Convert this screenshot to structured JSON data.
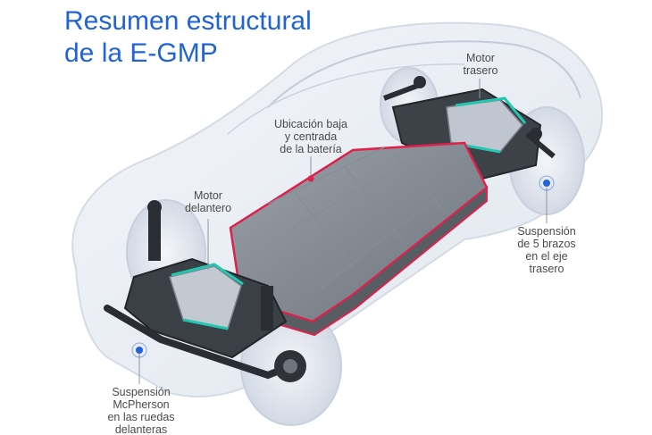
{
  "title": {
    "line1": "Resumen estructural",
    "line2": "de la E-GMP"
  },
  "labels": {
    "rear_motor": [
      "Motor",
      "trasero"
    ],
    "battery": [
      "Ubicación baja",
      "y centrada",
      "de la batería"
    ],
    "front_motor": [
      "Motor",
      "delantero"
    ],
    "rear_suspension": [
      "Suspensión",
      "de 5 brazos",
      "en el eje",
      "trasero"
    ],
    "front_suspension": [
      "Suspensión",
      "McPherson",
      "en las ruedas",
      "delanteras"
    ]
  },
  "colors": {
    "title": "#1f63d6",
    "label_text": "#4a4a4a",
    "battery_outline": "#e0204a",
    "marker_blue": "#1f63d6",
    "motor_teal": "#22c7b0"
  }
}
